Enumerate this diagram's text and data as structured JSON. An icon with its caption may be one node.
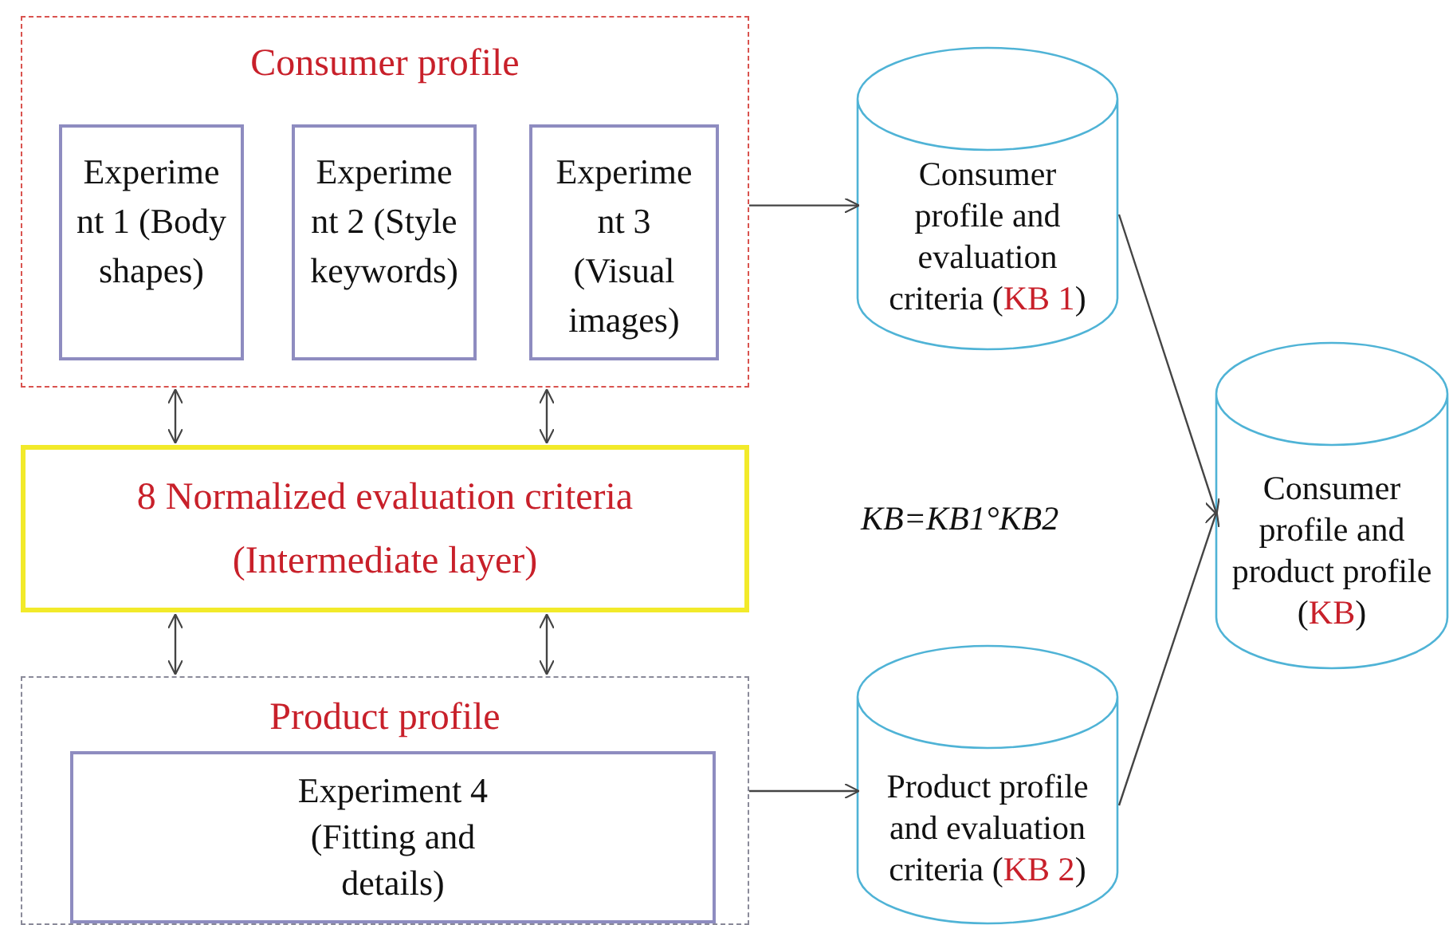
{
  "diagram": {
    "nodes": [
      {
        "text": [
          "Consumer profile"
        ]
      },
      {
        "text": [
          "Experime nt 1 (Body shapes)"
        ],
        "in": 0
      },
      {
        "text": [
          "Experime nt 2 (Style keywords)"
        ],
        "in": 0
      },
      {
        "text": [
          "Experime nt 3 (Visual images)"
        ],
        "in": 0
      },
      {
        "text": [
          "8 Normalized evaluation criteria",
          "(Intermediate layer)"
        ]
      },
      {
        "text": [
          "Product profile"
        ]
      },
      {
        "text": [
          "Experiment 4 (Fitting and details)"
        ],
        "in": 5
      },
      {
        "text": [
          "Consumer profile and evaluation criteria (KB 1)"
        ]
      },
      {
        "text": [
          "Product profile and evaluation criteria (KB 2)"
        ]
      },
      {
        "text": [
          "Consumer profile and product profile (KB)"
        ]
      }
    ],
    "edges": [
      {
        "from": 0,
        "to": 4,
        "arrow": "both"
      },
      {
        "from": 0,
        "to": 4,
        "arrow": "both"
      },
      {
        "from": 4,
        "to": 5,
        "arrow": "both"
      },
      {
        "from": 4,
        "to": 5,
        "arrow": "both"
      },
      {
        "from": 0,
        "to": 7,
        "arrow": "to"
      },
      {
        "from": 5,
        "to": 8,
        "arrow": "to"
      },
      {
        "from": 7,
        "to": 9,
        "arrow": "to"
      },
      {
        "from": 8,
        "to": 9,
        "arrow": "to"
      }
    ],
    "labels": [
      "KB=KB1°KB2"
    ]
  }
}
